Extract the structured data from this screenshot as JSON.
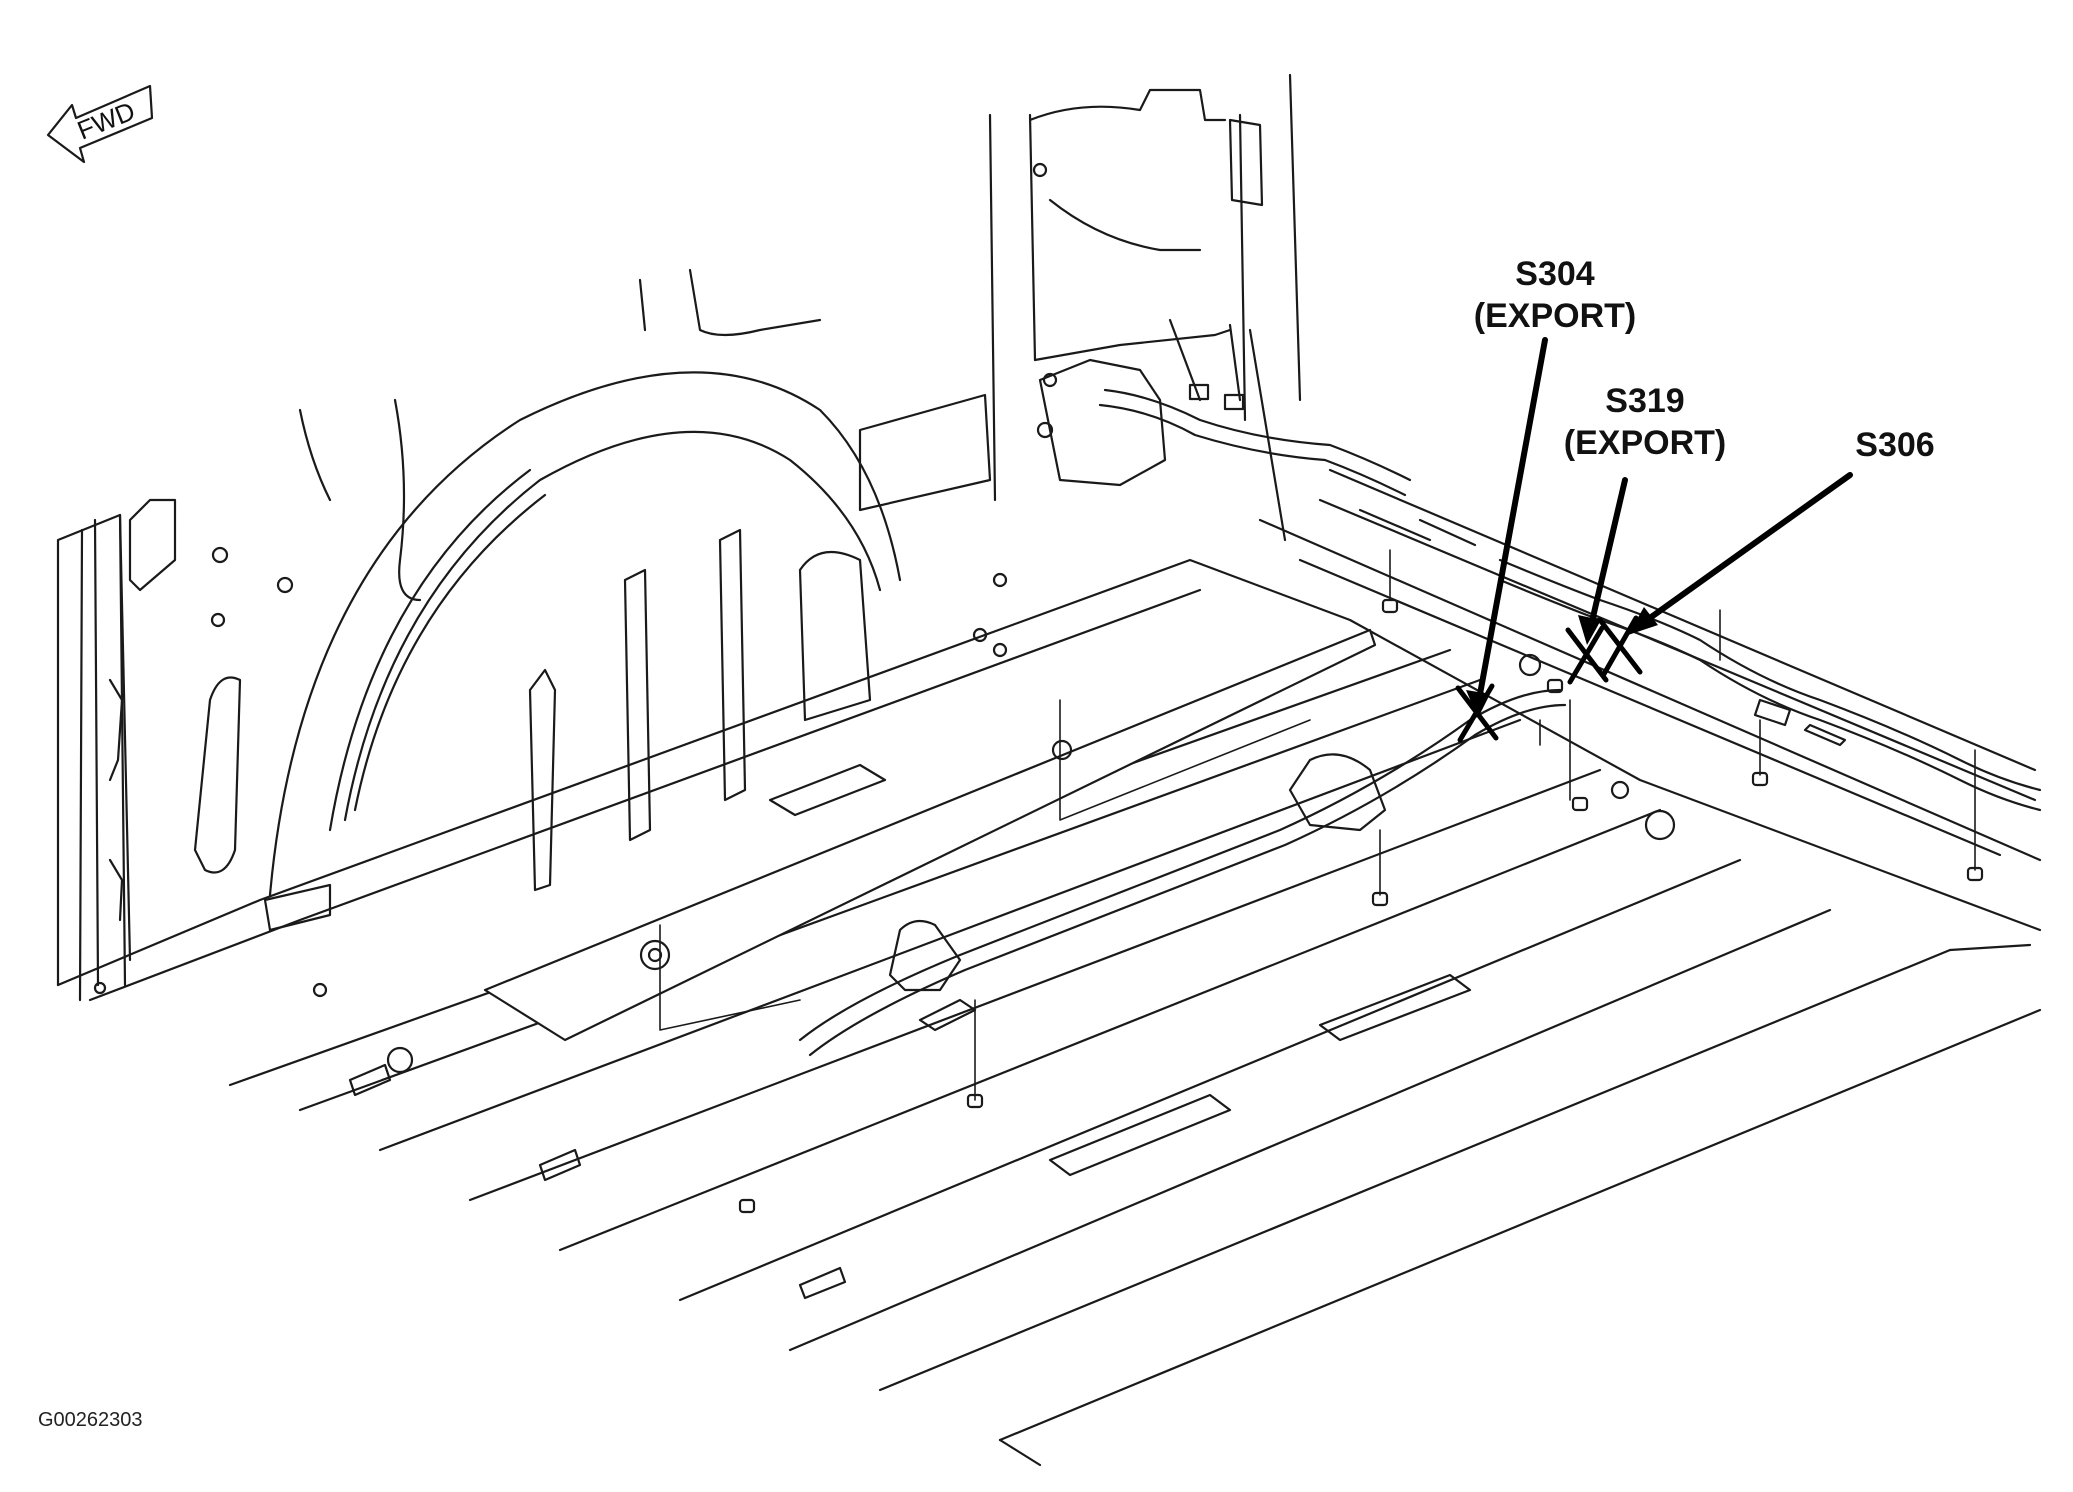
{
  "orientation": {
    "label": "FWD",
    "icon": "forward-arrow-icon"
  },
  "callouts": [
    {
      "id": "s304",
      "name": "S304",
      "qualifier": "(EXPORT)"
    },
    {
      "id": "s319",
      "name": "S319",
      "qualifier": "(EXPORT)"
    },
    {
      "id": "s306",
      "name": "S306",
      "qualifier": ""
    }
  ],
  "figure_id": "G00262303",
  "colors": {
    "line": "#1a1a1a",
    "background": "#ffffff",
    "callout": "#000000"
  }
}
